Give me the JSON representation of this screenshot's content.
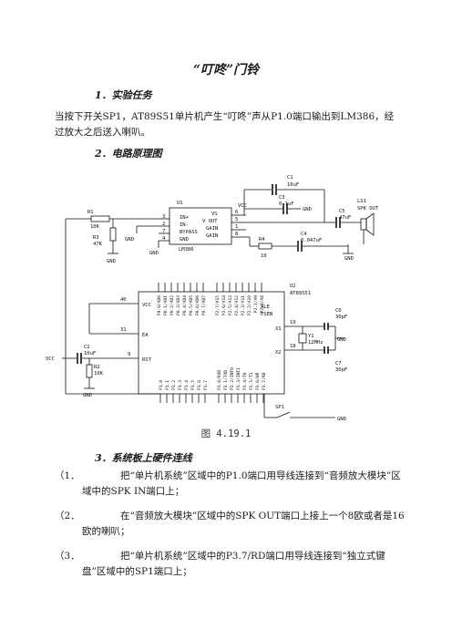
{
  "title": "“叮咚”门铃",
  "section1": {
    "heading": "1．实验任务",
    "text": "当按下开关SP1，AT89S51单片机产生“叮咚”声从P1.0端口输出到LM386，经过放大之后送入喇叭。"
  },
  "section2": {
    "heading": "2．电路原理图"
  },
  "figure": {
    "caption": "图 4.19.1"
  },
  "schematic": {
    "u1": "U1",
    "lm386": "LM386",
    "u1_left_pins": [
      "IN+",
      "IN-",
      "BYPASS",
      "GND"
    ],
    "u1_left_nums": [
      "3",
      "2",
      "7",
      "4"
    ],
    "u1_right_pins": [
      "VS",
      "V OUT",
      "GAIN",
      "GAIN"
    ],
    "u1_right_nums": [
      "6",
      "5",
      "1",
      "8"
    ],
    "vcc": "VCC",
    "gnd": "GND",
    "c1": "C1",
    "c1v": "10uF",
    "c3": "C3",
    "c3v": "0.1uF",
    "c4": "C4",
    "c4v": "0.047uF",
    "c5": "C5",
    "c5v": "47uF",
    "ls1": "LS1",
    "spk": "SPK OUT",
    "r1": "R1",
    "r1v": "10K",
    "r3": "R3",
    "r3v": "47K",
    "r4": "R4",
    "r4v": "10",
    "u2": "U2",
    "at89": "AT89S51",
    "p0": [
      "P0.0/AD0",
      "P0.1/AD1",
      "P0.2/AD2",
      "P0.3/AD3",
      "P0.4/AD4",
      "P0.5/AD5",
      "P0.6/AD6",
      "P0.7/AD7"
    ],
    "p2": [
      "P2.7/A15",
      "P2.6/A14",
      "P2.5/A13",
      "P2.4/A12",
      "P2.3/A11",
      "P2.2/A10",
      "P2.1/A9",
      "P2.0/A8"
    ],
    "p1": [
      "P1.0",
      "P1.1",
      "P1.2",
      "P1.3",
      "P1.4",
      "P1.5",
      "P1.6",
      "P1.7"
    ],
    "p3": [
      "P3.0/RXD",
      "P3.1/TXD",
      "P3.2/INT0",
      "P3.3/INT1",
      "P3.4/T0",
      "P3.5/T1",
      "P3.6/WR",
      "P3.7/RD"
    ],
    "vcc_pin": "VCC",
    "pin40": "40",
    "ea_pin": "EA",
    "pin31": "31",
    "rst_pin": "RST",
    "pin9": "9",
    "ale": "ALE",
    "psen": "PSEN",
    "x1": "X1",
    "x2": "X2",
    "pin19": "19",
    "pin18": "18",
    "c6": "C6",
    "c6v": "30pF",
    "c7": "C7",
    "c7v": "30pF",
    "y1": "Y1",
    "y1v": "12MHz",
    "c2": "C2",
    "c2v": "10uF",
    "r2": "R2",
    "r2v": "10K",
    "sp1": "SP1"
  },
  "section3": {
    "heading": "3．系统板上硬件连线",
    "steps": [
      {
        "num": "（1．",
        "text": "把“单片机系统”区域中的P1.0端口用导线连接到“音频放大模块”区域中的SPK IN端口上；"
      },
      {
        "num": "（2．",
        "text": "在“音频放大模块”区域中的SPK OUT端口上接上一个8欧或者是16欧的喇叭；"
      },
      {
        "num": "（3．",
        "text": "把“单片机系统”区域中的P3.7/RD端口用导线连接到“独立式键盘”区域中的SP1端口上；"
      }
    ]
  }
}
